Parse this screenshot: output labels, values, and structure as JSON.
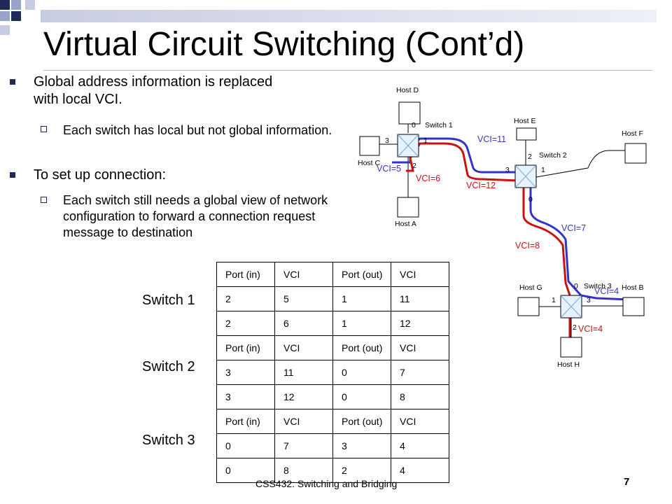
{
  "title": "Virtual Circuit Switching (Cont’d)",
  "bullets": {
    "b1": "Global address information is replaced with local VCI.",
    "b1_sub": "Each switch has local but not global information.",
    "b2": "To set up connection:",
    "b2_sub": "Each switch still needs a global view of network configuration to forward a connection request message to destination"
  },
  "diagram": {
    "hosts": {
      "a": "Host A",
      "b": "Host B",
      "c": "Host C",
      "d": "Host D",
      "e": "Host E",
      "f": "Host F",
      "g": "Host G",
      "h": "Host H"
    },
    "switches": {
      "s1": "Switch 1",
      "s2": "Switch 2",
      "s3": "Switch 3"
    },
    "ports": {
      "s1_p0": "0",
      "s1_p1": "1",
      "s1_p2": "2",
      "s1_p3": "3",
      "s2_p0": "0",
      "s2_p1": "1",
      "s2_p2": "2",
      "s2_p3": "3",
      "s3_p0": "0",
      "s3_p1": "1",
      "s3_p2": "2",
      "s3_p3": "3"
    },
    "vci": {
      "c_a": "VCI=5",
      "c_b": "VCI=6",
      "s1s2_a": "VCI=11",
      "s1s2_b": "VCI=12",
      "s2s3_a": "VCI=7",
      "s2s3_b": "VCI=8",
      "s3_out_a": "VCI=4",
      "s3_out_b": "VCI=4"
    },
    "colors": {
      "circuit_a": "#3333cc",
      "circuit_b": "#cc1111"
    }
  },
  "switch_labels": {
    "s1": "Switch 1",
    "s2": "Switch 2",
    "s3": "Switch 3"
  },
  "table": {
    "rows": [
      [
        "Port (in)",
        "VCI",
        "Port (out)",
        "VCI"
      ],
      [
        "2",
        "5",
        "1",
        "11"
      ],
      [
        "2",
        "6",
        "1",
        "12"
      ],
      [
        "Port (in)",
        "VCI",
        "Port (out)",
        "VCI"
      ],
      [
        "3",
        "11",
        "0",
        "7"
      ],
      [
        "3",
        "12",
        "0",
        "8"
      ],
      [
        "Port (in)",
        "VCI",
        "Port (out)",
        "VCI"
      ],
      [
        "0",
        "7",
        "3",
        "4"
      ],
      [
        "0",
        "8",
        "2",
        "4"
      ]
    ]
  },
  "footer": "CSS432: Switching and Bridging",
  "page_number": "7"
}
